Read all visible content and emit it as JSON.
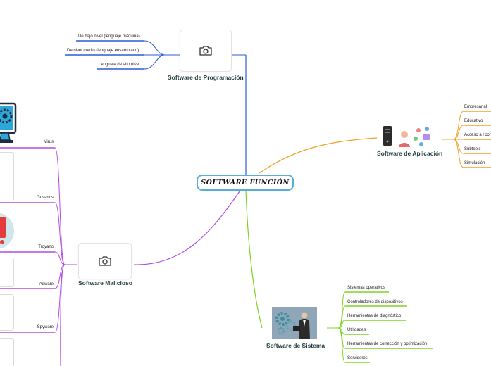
{
  "central": {
    "title": "SOFTWARE FUNCIÓN"
  },
  "programacion": {
    "title": "Software de Programación",
    "items": [
      "De bajo nivel (lenguaje máquina)",
      "De nivel medio (lenguaje ensamblado)",
      "Lenguaje de alto nivel"
    ]
  },
  "aplicacion": {
    "title": "Software de Aplicación",
    "items": [
      "Empresarial",
      "Educativo",
      "Acceso a l cor",
      "Subtopic",
      "Simulación"
    ]
  },
  "sistema": {
    "title": "Software de Sistema",
    "items": [
      "Sistemas operativos",
      "Controladores de dispositivos",
      "Herramientas de diagnóstico",
      "Utilidades",
      "Herramientas de corrección y optimización",
      "Servidores"
    ]
  },
  "malicioso": {
    "title": "Software Malicioso",
    "items": [
      "Virus",
      "Gusanos",
      "Troyano",
      "Adware",
      "Spyware"
    ]
  },
  "colors": {
    "programacion": "#2f5bd6",
    "aplicacion": "#f0a020",
    "sistema": "#7ed321",
    "malicioso": "#b44be0",
    "central_border": "#5aaed6"
  },
  "icons": [
    "camera-icon",
    "computer-user-icon",
    "gears-businessman-icon",
    "computer-gear-icon",
    "warning-icon"
  ]
}
